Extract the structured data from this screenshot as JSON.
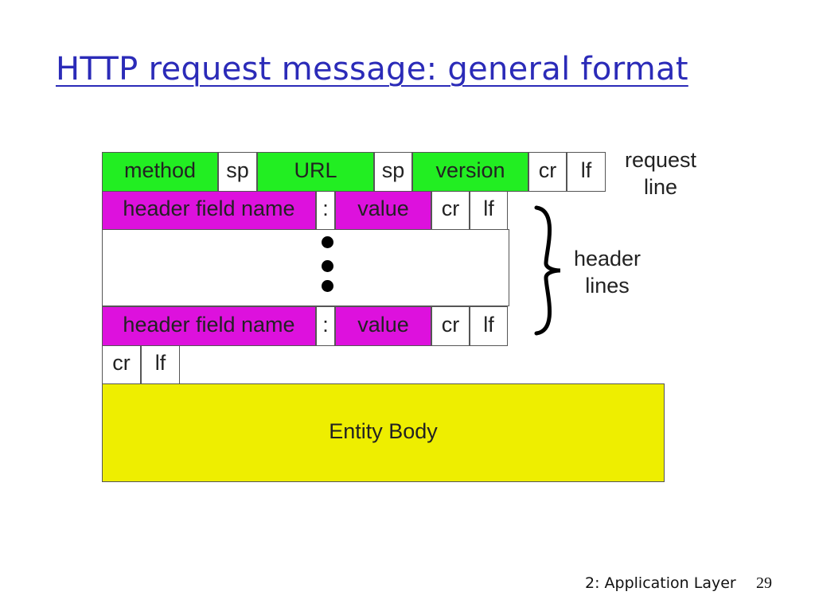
{
  "title": "HTTP request message: general format",
  "request_line": {
    "method": "method",
    "sp1": "sp",
    "url": "URL",
    "sp2": "sp",
    "version": "version",
    "cr": "cr",
    "lf": "lf"
  },
  "header_line_1": {
    "name": "header field name",
    "colon": ":",
    "value": "value",
    "cr": "cr",
    "lf": "lf"
  },
  "header_line_2": {
    "name": "header field name",
    "colon": ":",
    "value": "value",
    "cr": "cr",
    "lf": "lf"
  },
  "blank_line": {
    "cr": "cr",
    "lf": "lf"
  },
  "entity_body": "Entity Body",
  "labels": {
    "request_line_1": "request",
    "request_line_2": "line",
    "header_lines_1": "header",
    "header_lines_2": "lines"
  },
  "colors": {
    "title": "#2b2bb8",
    "green": "#22ee22",
    "magenta": "#dd11dd",
    "yellow": "#eeee00"
  },
  "footer": {
    "text": "2: Application Layer",
    "page": "29"
  }
}
